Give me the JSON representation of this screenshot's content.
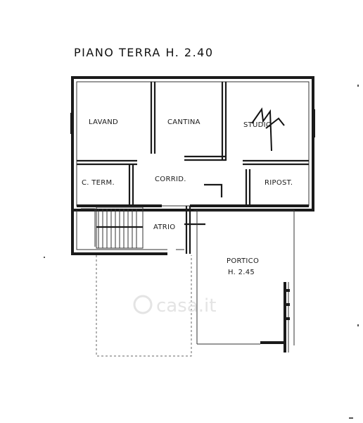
{
  "title": "PIANO TERRA   H. 2.40",
  "rooms": {
    "lavand": "LAVAND",
    "cantina": "CANTINA",
    "studio": "STUDIO",
    "c_term": "C. TERM.",
    "corrid": "CORRID.",
    "ripost": "RIPOST.",
    "atrio": "ATRIO",
    "portico": "PORTICO",
    "portico_height": "H. 2.45"
  },
  "watermark": "casa.it"
}
